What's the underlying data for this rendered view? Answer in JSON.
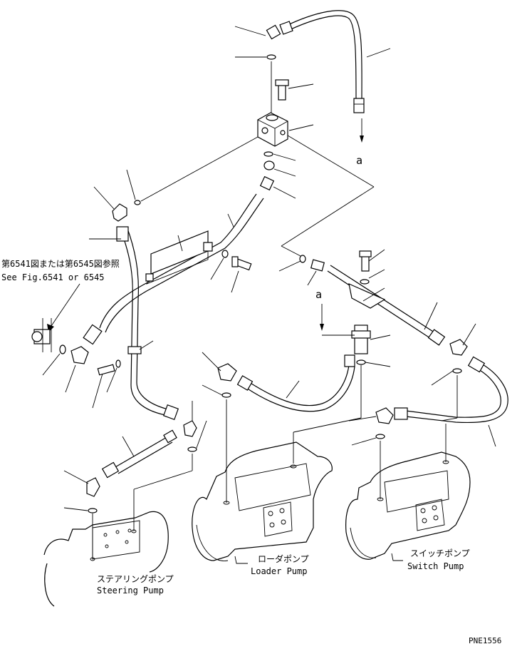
{
  "callouts": {
    "ref_note_jp": "第6541図または第6545図参照",
    "ref_note_en": "See Fig.6541 or 6545",
    "arrow_mark_upper": "a",
    "arrow_mark_lower": "a"
  },
  "pumps": {
    "steering_jp": "ステアリングポンプ",
    "steering_en": "Steering Pump",
    "loader_jp": "ローダポンプ",
    "loader_en": "Loader Pump",
    "switch_jp": "スイッチポンプ",
    "switch_en": "Switch Pump"
  },
  "drawing_number": "PNE1556"
}
